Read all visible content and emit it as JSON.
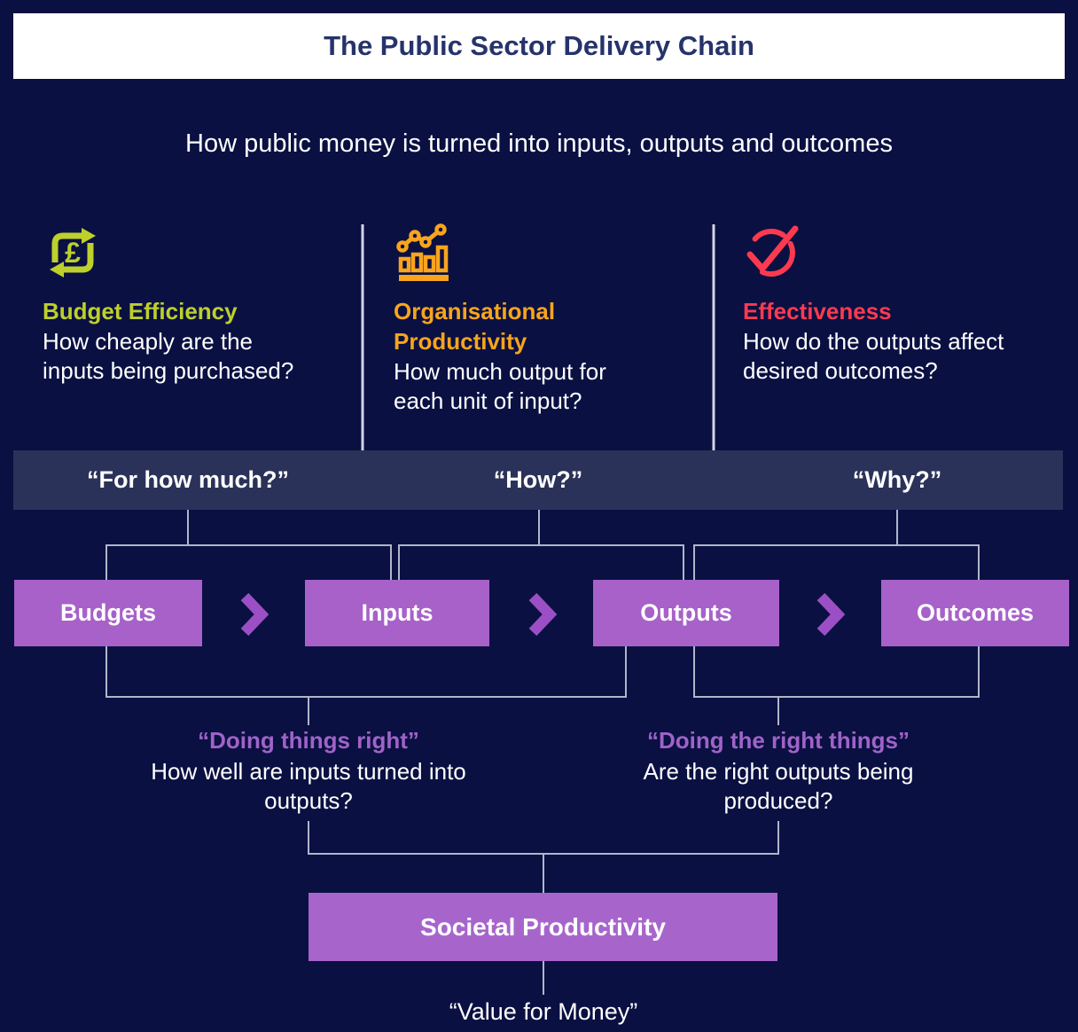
{
  "header": {
    "title": "The Public Sector Delivery Chain"
  },
  "subtitle": "How public money is turned into inputs, outputs and outcomes",
  "columns": [
    {
      "title": "Budget Efficiency",
      "description": "How cheaply are the inputs being purchased?",
      "question": "“For how much?”",
      "icon": "pound-cycle-icon",
      "icon_glyph": "£",
      "color": "#bdd02b"
    },
    {
      "title": "Organisational Productivity",
      "description": "How much output for each unit of input?",
      "question": "“How?”",
      "icon": "bar-chart-trend-icon",
      "color": "#f8a41c"
    },
    {
      "title": "Effectiveness",
      "description": "How do the outputs affect desired outcomes?",
      "question": "“Why?”",
      "icon": "check-circle-icon",
      "color": "#fb3a50"
    }
  ],
  "chain": {
    "stages": [
      {
        "label": "Budgets"
      },
      {
        "label": "Inputs"
      },
      {
        "label": "Outputs"
      },
      {
        "label": "Outcomes"
      }
    ]
  },
  "insights": [
    {
      "title": "“Doing things right”",
      "description": "How well are inputs turned into outputs?"
    },
    {
      "title": "“Doing the right things”",
      "description": "Are the right outputs being produced?"
    }
  ],
  "summary": {
    "box_label": "Societal Productivity",
    "caption": "“Value for Money”"
  },
  "colors": {
    "background": "#0a1042",
    "header_bg": "#ffffff",
    "header_text": "#26336b",
    "band_bg": "#2b3259",
    "chain_box_purple": "#a761c9",
    "chevron_purple": "#9c4fc4",
    "summary_box_purple": "#a765cc",
    "insight_title_purple": "#9f63c8",
    "connector_line": "#c3c8d8"
  }
}
